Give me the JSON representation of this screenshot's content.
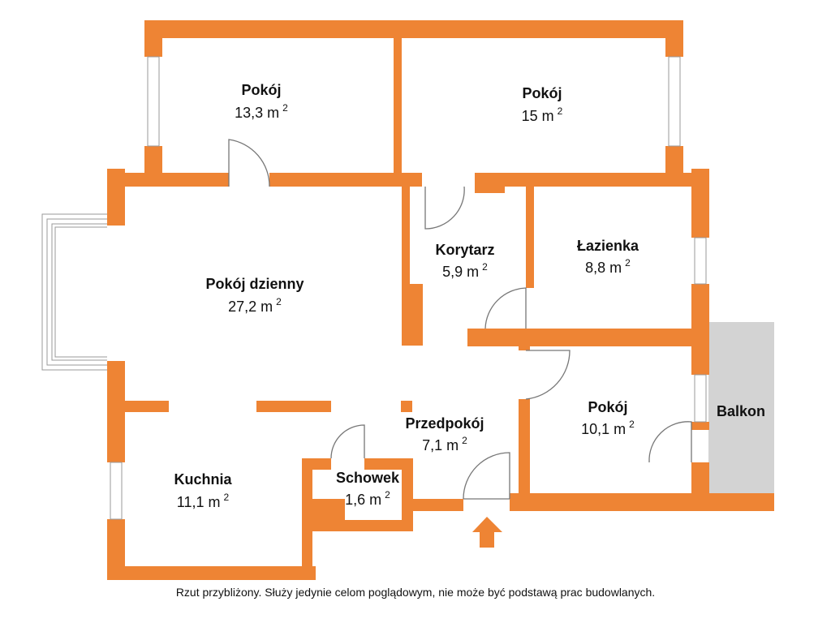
{
  "colors": {
    "wall": "#ee8434",
    "balcony": "#d3d3d3",
    "text": "#111111",
    "background": "#ffffff"
  },
  "rooms": [
    {
      "id": "pokoj-1",
      "name": "Pokój",
      "area": "13,3 m",
      "exp": "2"
    },
    {
      "id": "pokoj-2",
      "name": "Pokój",
      "area": "15 m",
      "exp": "2"
    },
    {
      "id": "korytarz",
      "name": "Korytarz",
      "area": "5,9 m",
      "exp": "2"
    },
    {
      "id": "lazienka",
      "name": "Łazienka",
      "area": "8,8 m",
      "exp": "2"
    },
    {
      "id": "pokoj-dzienny",
      "name": "Pokój dzienny",
      "area": "27,2 m",
      "exp": "2"
    },
    {
      "id": "pokoj-3",
      "name": "Pokój",
      "area": "10,1 m",
      "exp": "2"
    },
    {
      "id": "przedpokoj",
      "name": "Przedpokój",
      "area": "7,1 m",
      "exp": "2"
    },
    {
      "id": "kuchnia",
      "name": "Kuchnia",
      "area": "11,1 m",
      "exp": "2"
    },
    {
      "id": "schowek",
      "name": "Schowek",
      "area": "1,6 m",
      "exp": "2"
    }
  ],
  "balcony": {
    "label": "Balkon"
  },
  "entrance": {
    "icon": "entrance-arrow-icon"
  },
  "disclaimer": "Rzut przybliżony. Służy jedynie celom poglądowym, nie może być podstawą prac budowlanych."
}
